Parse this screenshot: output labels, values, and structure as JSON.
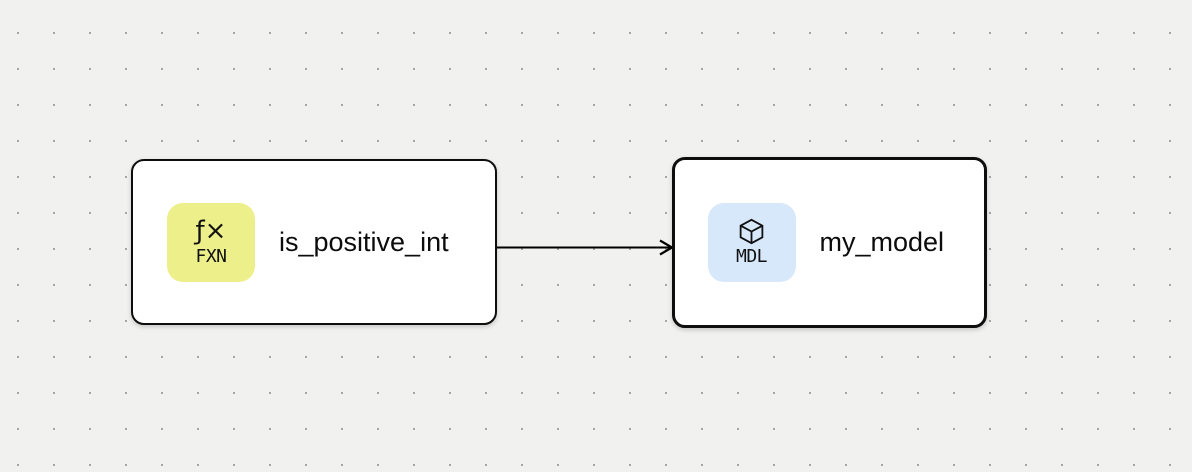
{
  "canvas": {
    "background_color": "#f1f1f0",
    "dot_color": "#a6a6a6",
    "node_fill": "#ffffff",
    "node_border_color": "#0e0e0e",
    "edge_color": "#000000"
  },
  "nodes": [
    {
      "id": "is_positive_int",
      "label": "is_positive_int",
      "type": "function",
      "selected": false,
      "badge": {
        "label": "FXN",
        "icon": "function-icon",
        "glyph": "ƒ×",
        "color": "#edf08a"
      }
    },
    {
      "id": "my_model",
      "label": "my_model",
      "type": "model",
      "selected": true,
      "badge": {
        "label": "MDL",
        "icon": "cube-icon",
        "color": "#d7e8fb"
      }
    }
  ],
  "edges": [
    {
      "from": "is_positive_int",
      "to": "my_model"
    }
  ]
}
